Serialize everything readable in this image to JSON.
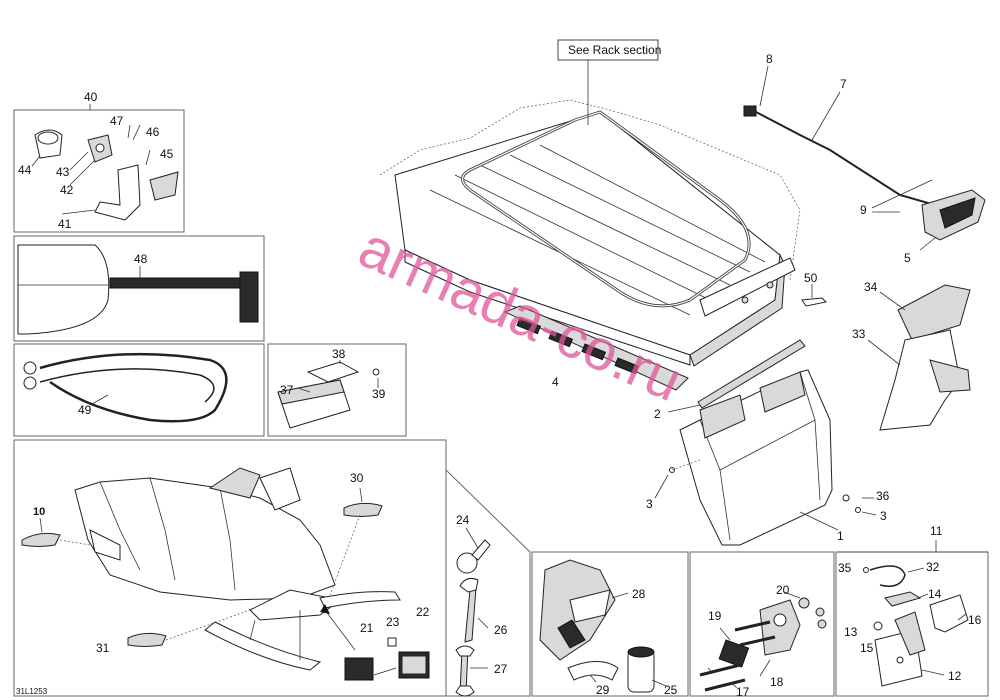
{
  "diagram": {
    "ref_note": "See Rack section",
    "watermark": "armada-co.ru",
    "figure_code": "31L1253",
    "callouts": {
      "c1": "1",
      "c2": "2",
      "c3a": "3",
      "c3b": "3",
      "c4": "4",
      "c5": "5",
      "c7": "7",
      "c8": "8",
      "c9": "9",
      "c10": "10",
      "c11": "11",
      "c12": "12",
      "c13": "13",
      "c14": "14",
      "c15": "15",
      "c16": "16",
      "c17": "17",
      "c18": "18",
      "c19": "19",
      "c20": "20",
      "c21": "21",
      "c22": "22",
      "c23": "23",
      "c24": "24",
      "c25": "25",
      "c26": "26",
      "c27": "27",
      "c28": "28",
      "c29": "29",
      "c30": "30",
      "c31": "31",
      "c32": "32",
      "c33": "33",
      "c34": "34",
      "c35": "35",
      "c36": "36",
      "c37": "37",
      "c38": "38",
      "c39": "39",
      "c40": "40",
      "c41": "41",
      "c42": "42",
      "c43": "43",
      "c44": "44",
      "c45": "45",
      "c46": "46",
      "c47": "47",
      "c48": "48",
      "c49": "49",
      "c50": "50"
    }
  }
}
